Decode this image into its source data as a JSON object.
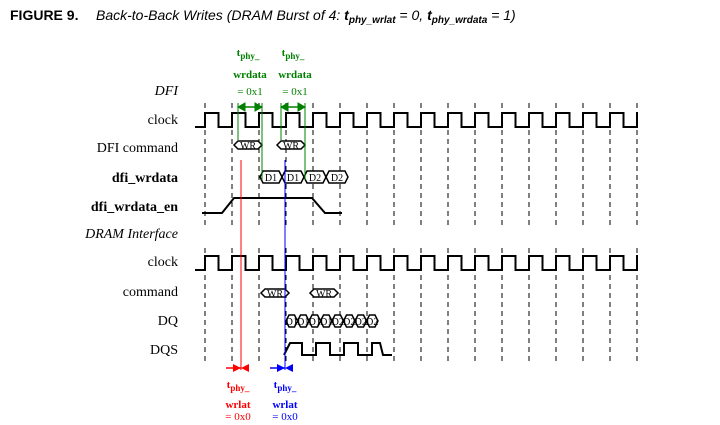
{
  "figure": {
    "label": "FIGURE 9.",
    "title_prefix": "Back-to-Back Writes (DRAM Burst of 4: ",
    "t1_main": "t",
    "t1_sub": "phy_wrlat",
    "t1_value": " = 0, ",
    "t2_main": "t",
    "t2_sub": "phy_wrdata",
    "t2_value": " = 1)"
  },
  "sections": {
    "dfi": "DFI",
    "dram": "DRAM Interface"
  },
  "signals": {
    "dfi_clock": "clock",
    "dfi_command": "DFI command",
    "dfi_wrdata": "dfi_wrdata",
    "dfi_wrdata_en": "dfi_wrdata_en",
    "dram_clock": "clock",
    "dram_command": "command",
    "dq": "DQ",
    "dqs": "DQS"
  },
  "cells": {
    "dfi_wr1": "WR",
    "dfi_wr2": "WR",
    "wrdata": [
      "D1",
      "D1",
      "D2",
      "D2"
    ],
    "dram_wr1": "WR",
    "dram_wr2": "WR",
    "dq": [
      "D1",
      "D1",
      "D1",
      "D1",
      "D2",
      "D2",
      "D2",
      "D2"
    ]
  },
  "annotations": {
    "twrdata_1": {
      "main": "t",
      "sub": "phy_",
      "line2": "wrdata",
      "line3": "= 0x1"
    },
    "twrdata_2": {
      "main": "t",
      "sub": "phy_",
      "line2": "wrdata",
      "line3": "= 0x1"
    },
    "twrlat_1": {
      "main": "t",
      "sub": "phy_",
      "line2": "wrlat",
      "line3": "= 0x0"
    },
    "twrlat_2": {
      "main": "t",
      "sub": "phy_",
      "line2": "wrlat",
      "line3": "= 0x0"
    }
  },
  "colors": {
    "green": "#008000",
    "red": "#ff0000",
    "blue": "#0000ff",
    "trace": "#000000"
  }
}
